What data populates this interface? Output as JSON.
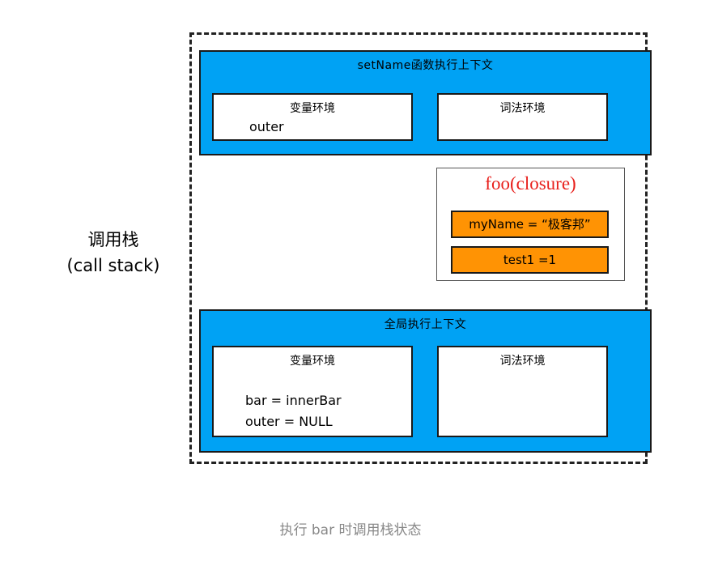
{
  "stack_label": {
    "line1": "调用栈",
    "line2": "(call stack)"
  },
  "set_name_context": {
    "title": "setName函数执行上下文",
    "variable_env": {
      "title": "变量环境",
      "vars": [
        "outer"
      ]
    },
    "lexical_env": {
      "title": "词法环境"
    }
  },
  "closure": {
    "title": "foo(closure)",
    "vars": [
      "myName = “极客邦”",
      "test1 =1"
    ]
  },
  "global_context": {
    "title": "全局执行上下文",
    "variable_env": {
      "title": "变量环境",
      "vars": [
        "bar =  innerBar",
        "outer = NULL"
      ]
    },
    "lexical_env": {
      "title": "词法环境"
    }
  },
  "caption": "执行 bar 时调用栈状态",
  "colors": {
    "context_fill": "#00a2f4",
    "closure_var_fill": "#ff9304",
    "closure_title": "#e8201c",
    "caption": "#888888"
  }
}
